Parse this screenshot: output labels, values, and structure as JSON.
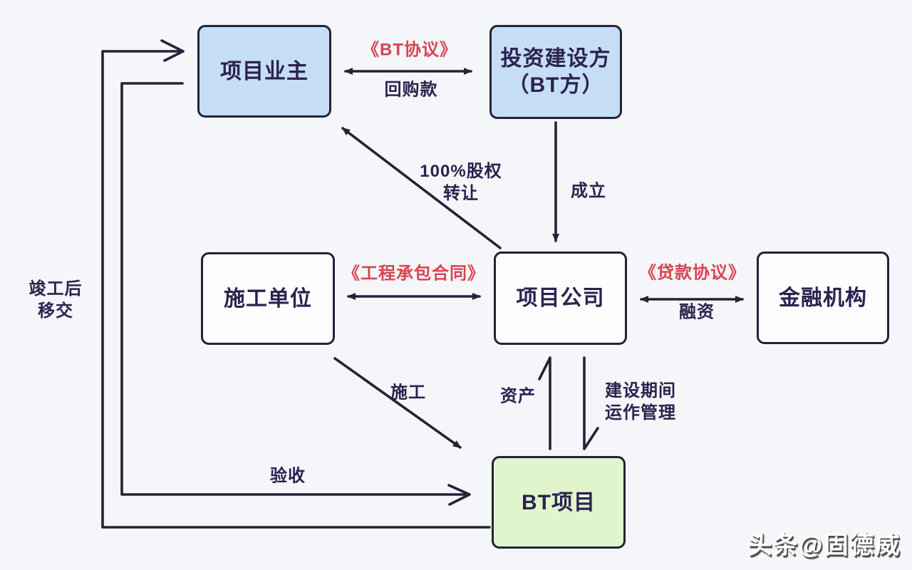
{
  "diagram": {
    "nodes": {
      "owner": {
        "label": "项目业主"
      },
      "investor": {
        "line1": "投资建设方",
        "line2": "（BT方）"
      },
      "contractor": {
        "label": "施工单位"
      },
      "project_company": {
        "label": "项目公司"
      },
      "financial": {
        "label": "金融机构"
      },
      "bt_project": {
        "label": "BT项目"
      }
    },
    "edges": {
      "bt_agreement": {
        "title": "《BT协议》",
        "subtitle": "回购款"
      },
      "contract": {
        "title": "《工程承包合同》"
      },
      "loan": {
        "title": "《贷款协议》",
        "subtitle": "融资"
      },
      "establish": {
        "label": "成立"
      },
      "equity": {
        "line1": "100%股权",
        "line2": "转让"
      },
      "construction": {
        "label": "施工"
      },
      "asset": {
        "label": "资产"
      },
      "operation": {
        "line1": "建设期间",
        "line2": "运作管理"
      },
      "acceptance": {
        "label": "验收"
      },
      "handover": {
        "line1": "竣工后",
        "line2": "移交"
      }
    },
    "colors": {
      "background": "#f4f6f9",
      "stroke": "#232338",
      "text": "#2a234f",
      "red": "#d84450",
      "node_blue": "#c5ddf5",
      "node_white": "#fdfdfe",
      "node_green": "#e1f5cd"
    },
    "watermark": {
      "text": "头条@固德威"
    }
  }
}
